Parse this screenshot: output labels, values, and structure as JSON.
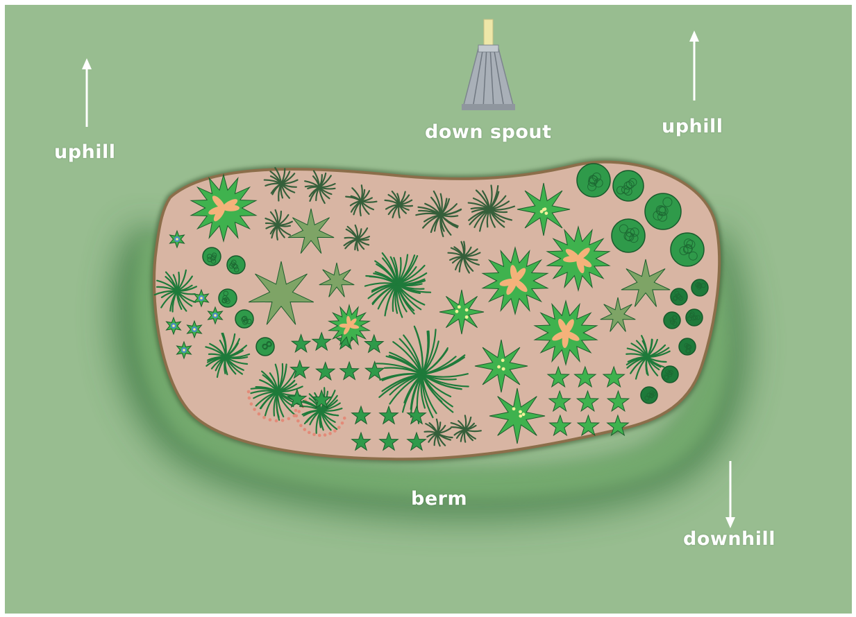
{
  "labels": {
    "uphill_left": "uphill",
    "uphill_right": "uphill",
    "down_spout": "down spout",
    "berm": "berm",
    "downhill": "downhill"
  },
  "colors": {
    "frame": "#ffffff",
    "lawn": "#98bd90",
    "berm_shadow": "#3f7a45",
    "berm_light": "#74ab6e",
    "soil": "#d8b5a3",
    "soil_edge": "#8c6e4a",
    "label_text": "#ffffff",
    "downspout_body": "#a9b0b8",
    "downspout_pipe": "#eee7a8"
  },
  "plants": {
    "dark_green": "#1e7a3a",
    "mid_green": "#2f9a4a",
    "bright_green": "#3fb24e",
    "sage_green": "#7ea466",
    "yellow_accent": "#f4f09a",
    "orange_flower": "#f4b27a",
    "blue_flower": "#4c8ac6",
    "red_dots": "#e38a78"
  },
  "icons": [
    "arrow-up-icon",
    "arrow-up-icon",
    "arrow-down-icon",
    "downspout-icon"
  ]
}
